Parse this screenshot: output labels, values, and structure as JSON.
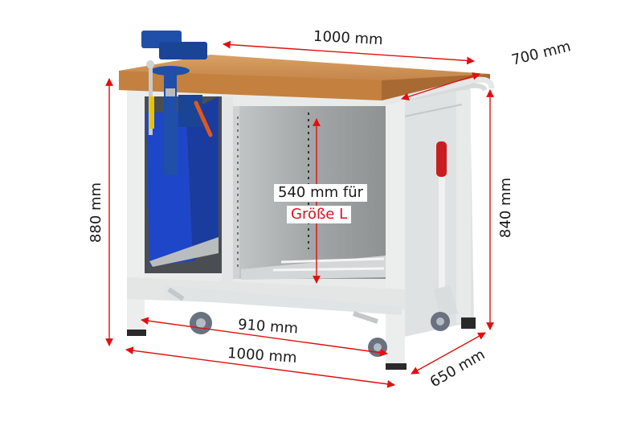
{
  "product": "Workbench with bench vice, roll-out cabinet bay and lifting castor device",
  "colors": {
    "dimension_arrow": "#e01010",
    "label_text": "#1a1a1a",
    "highlight_text": "#e01020",
    "frame": "#e6e8e8",
    "frame_shadow": "#c9cccc",
    "worktop": "#c98a4a",
    "worktop_dark": "#a86a32",
    "vice_blue": "#1f4fa8",
    "panel_blue": "#1e46c8",
    "interior": "#9ea2a3",
    "handle_red": "#c81e22",
    "lever_orange": "#e2571e",
    "wheel": "#6a7280"
  },
  "dimensions": {
    "top_width": "1000 mm",
    "top_depth": "700 mm",
    "total_height": "880 mm",
    "frame_height": "840 mm",
    "inner_height_line1": "540 mm für",
    "inner_height_line2": "Größe L",
    "castor_span": "910 mm",
    "base_width": "1000 mm",
    "base_depth": "650 mm"
  }
}
